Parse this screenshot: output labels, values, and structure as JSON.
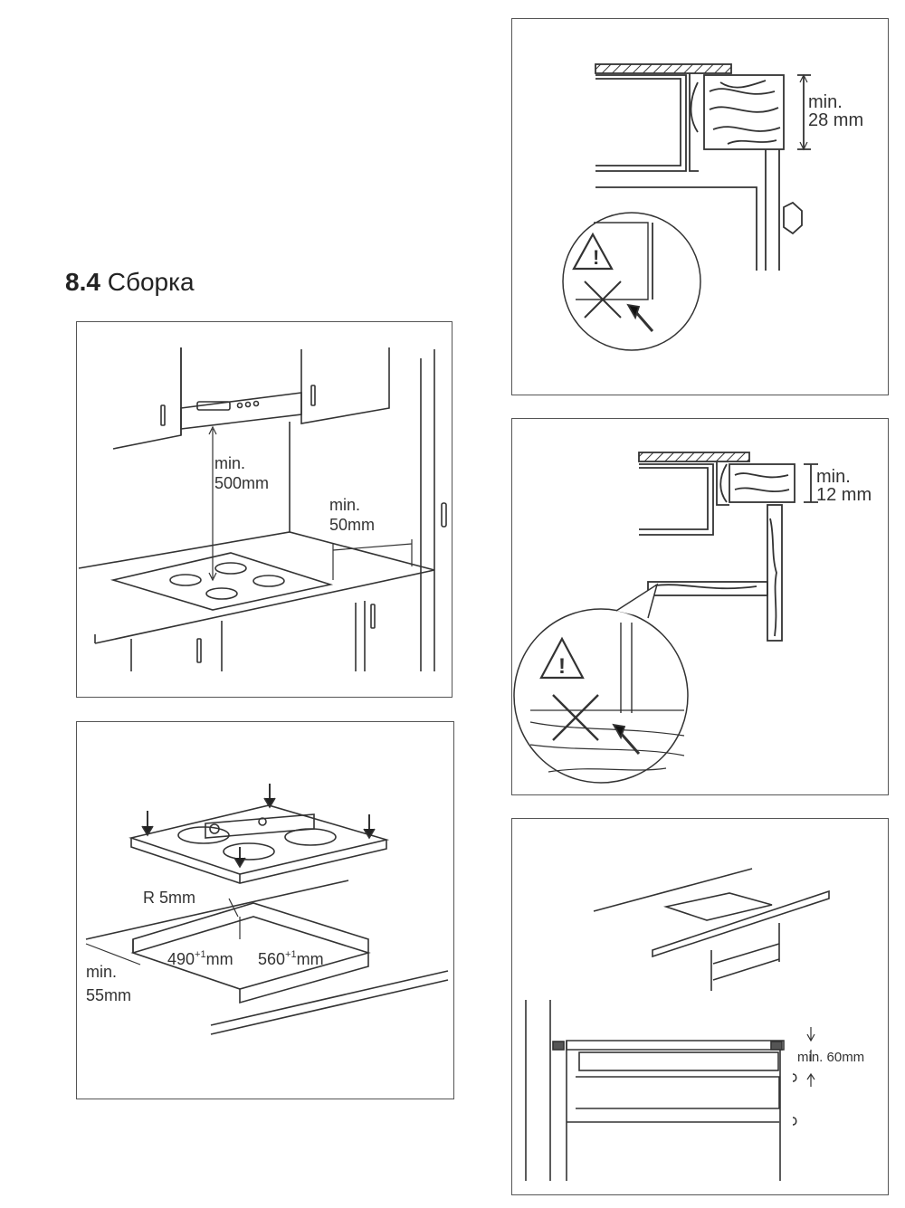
{
  "section": {
    "number": "8.4",
    "title": "Сборка"
  },
  "panel_hood": {
    "height_label": [
      "min.",
      "500mm"
    ],
    "side_label": [
      "min.",
      "50mm"
    ]
  },
  "panel_cutout": {
    "radius_label": "R 5mm",
    "width_label": "490",
    "width_sup": "+1",
    "width_unit": "mm",
    "depth_label": "560",
    "depth_sup": "+1",
    "depth_unit": "mm",
    "edge_label": [
      "min.",
      "55mm"
    ]
  },
  "panel_worktop_28": {
    "label": [
      "min.",
      "28 mm"
    ],
    "warning_icon": "warning-triangle-icon"
  },
  "panel_worktop_12": {
    "label": [
      "min.",
      "12 mm"
    ],
    "warning_icon": "warning-triangle-icon"
  },
  "panel_oven": {
    "label": "min. 60mm"
  }
}
